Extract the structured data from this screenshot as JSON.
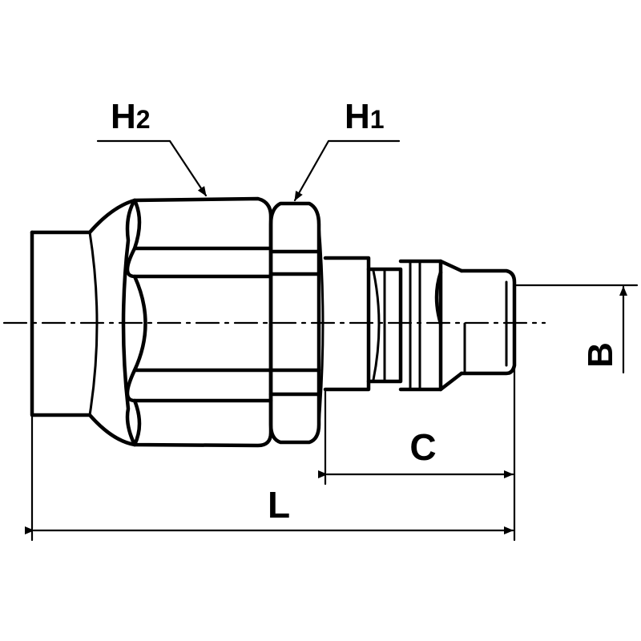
{
  "labels": {
    "h2": {
      "main": "H",
      "sub": "2"
    },
    "h1": {
      "main": "H",
      "sub": "1"
    },
    "c": "C",
    "l": "L",
    "b": "B"
  }
}
